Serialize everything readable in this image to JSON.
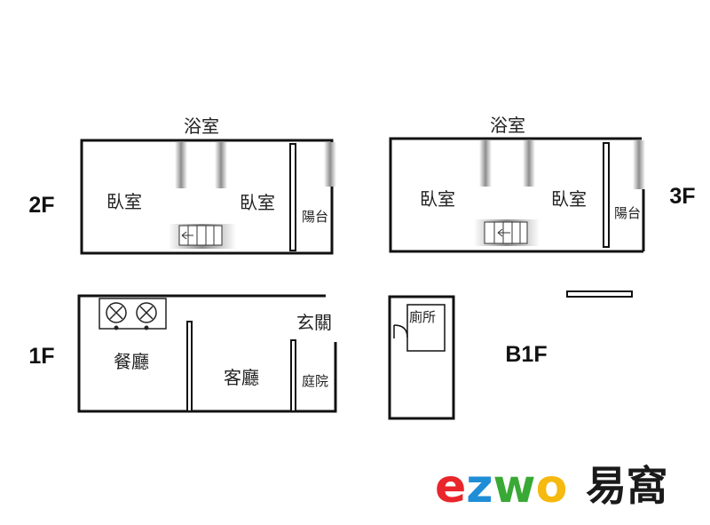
{
  "floors": {
    "f2": {
      "label": "2F",
      "top_room": "浴室",
      "bedroom_left": "臥室",
      "bedroom_right": "臥室",
      "balcony": "陽台"
    },
    "f3": {
      "label": "3F",
      "top_room": "浴室",
      "bedroom_left": "臥室",
      "bedroom_right": "臥室",
      "balcony": "陽台"
    },
    "f1": {
      "label": "1F",
      "dining": "餐廳",
      "living": "客廳",
      "entrance": "玄關",
      "courtyard": "庭院"
    },
    "b1": {
      "label": "B1F",
      "toilet": "廁所"
    }
  },
  "logo": {
    "letters": [
      "e",
      "z",
      "w",
      "o"
    ],
    "letter_colors": [
      "#e8262b",
      "#1f8ed6",
      "#39a935",
      "#f5b90f"
    ],
    "cjk": "易窩"
  },
  "colors": {
    "wall": "#111111",
    "blur_gray": "#9a9a9a"
  }
}
